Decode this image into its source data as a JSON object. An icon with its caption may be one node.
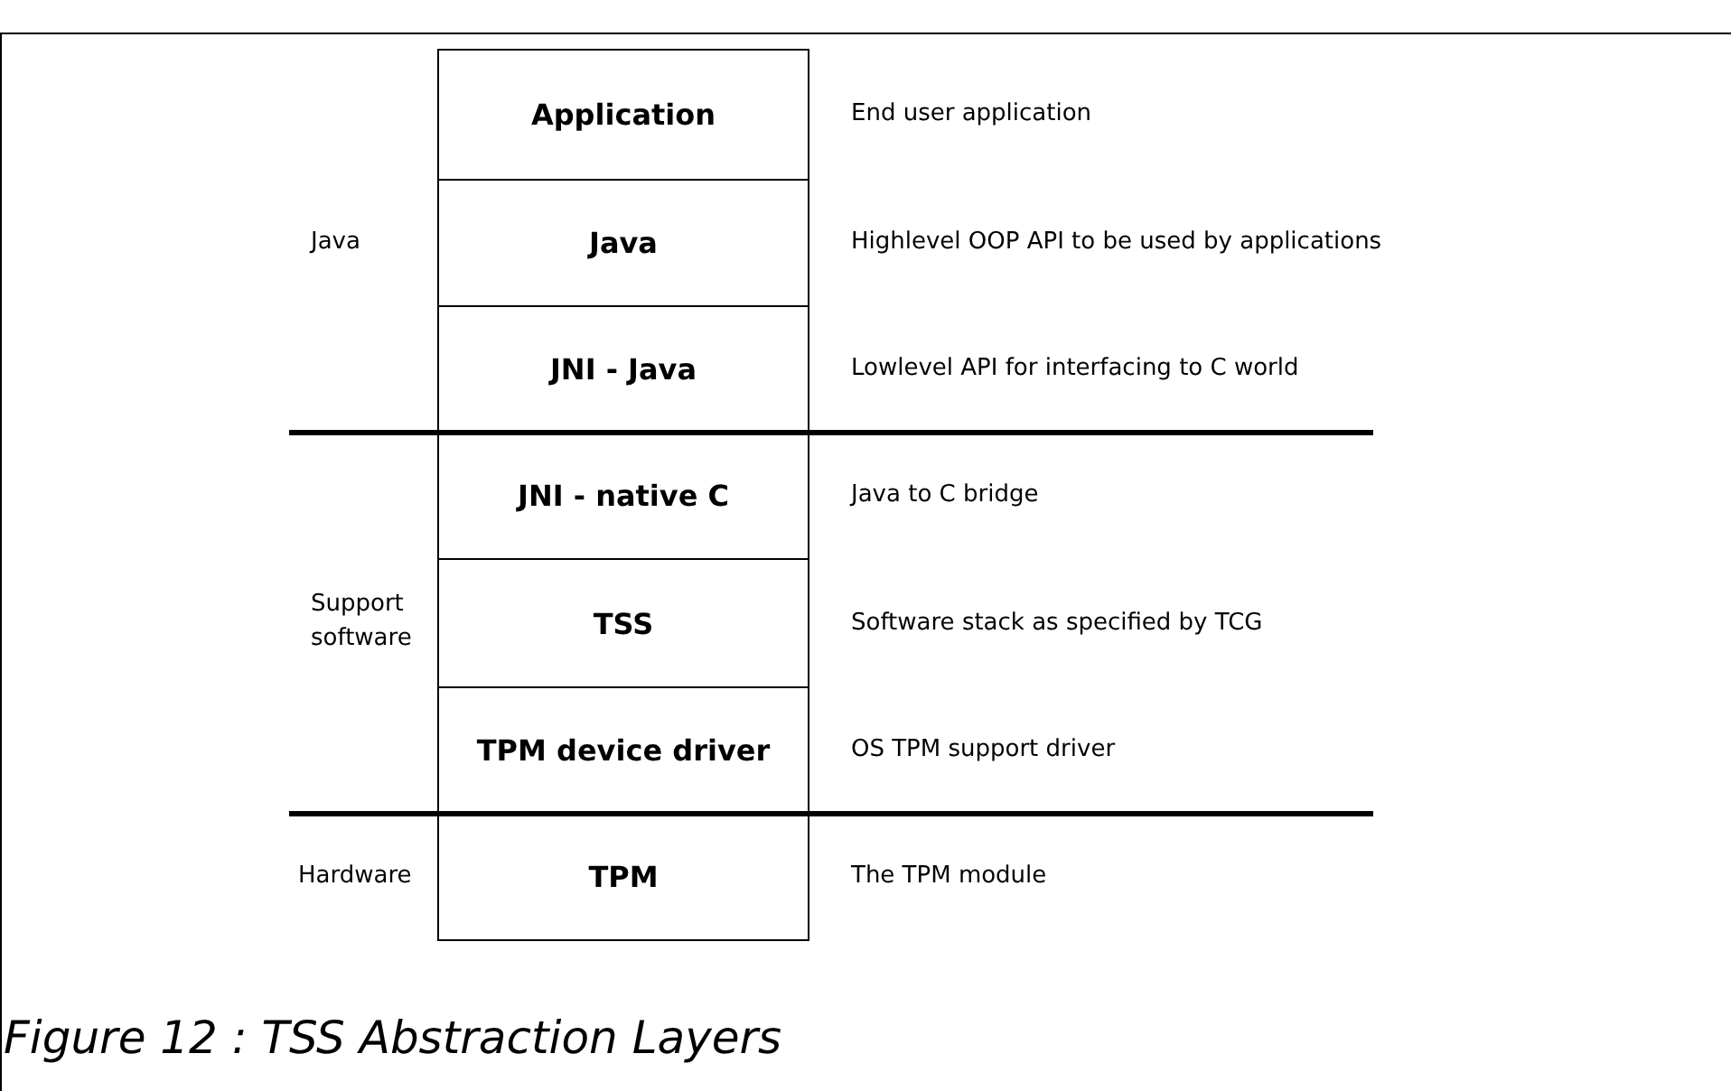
{
  "diagram": {
    "caption": "Figure 12 : TSS Abstraction Layers",
    "nodes": [
      {
        "text": [
          "Application"
        ],
        "beside": [
          "End user application"
        ]
      },
      {
        "text": [
          "Java"
        ],
        "beside": [
          "Highlevel OOP API to be used by applications"
        ]
      },
      {
        "text": [
          "JNI - Java"
        ],
        "beside": [
          "Lowlevel API for interfacing to C world"
        ]
      },
      {
        "text": [
          "JNI - native C"
        ],
        "beside": [
          "Java to C bridge"
        ]
      },
      {
        "text": [
          "TSS"
        ],
        "beside": [
          "Software stack as specified by TCG"
        ]
      },
      {
        "text": [
          "TPM device driver"
        ],
        "beside": [
          "OS TPM support driver"
        ]
      },
      {
        "text": [
          "TPM"
        ],
        "beside": [
          "The TPM module"
        ]
      }
    ],
    "labels": [
      "Java",
      "Support software",
      "Hardware"
    ]
  }
}
